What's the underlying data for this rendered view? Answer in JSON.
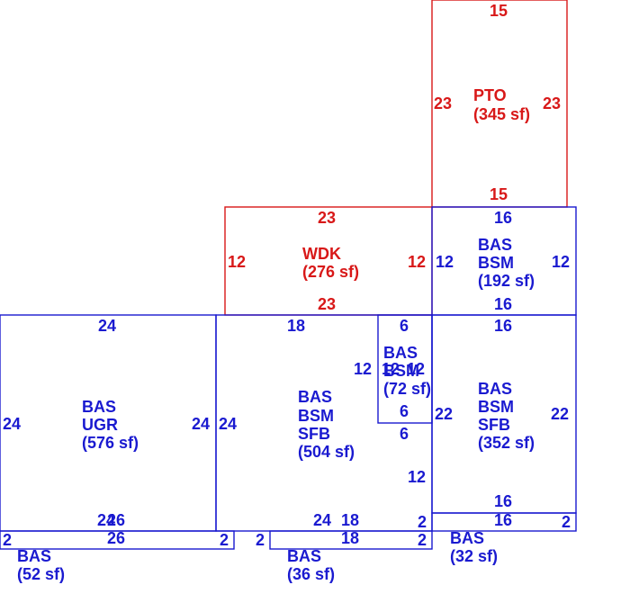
{
  "colors": {
    "living": "#1a1ad0",
    "exterior": "#d81818"
  },
  "areas": {
    "pto": {
      "code": "PTO",
      "area": "(345 sf)",
      "top": "15",
      "bottom": "15",
      "left": "23",
      "right": "23"
    },
    "wdk": {
      "code": "WDK",
      "area": "(276 sf)",
      "top": "23",
      "bottom": "23",
      "left": "12",
      "right": "12"
    },
    "bsm_top": {
      "line1": "BAS",
      "line2": "BSM",
      "area": "(192 sf)",
      "top": "16",
      "bottom": "16",
      "left": "12",
      "right": "12"
    },
    "ugr": {
      "line1": "BAS",
      "line2": "UGR",
      "area": "(576 sf)",
      "top": "24",
      "left": "24",
      "right": "24",
      "bottom_a": "24",
      "bottom_b": "26"
    },
    "center": {
      "line1": "BAS",
      "line2": "BSM",
      "line3": "SFB",
      "area": "(504 sf)",
      "top": "18",
      "left": "24",
      "right_upper": "12",
      "right_lower": "12",
      "bottom_a": "24",
      "bottom_b": "18",
      "notch_bottom": "6"
    },
    "small_bsm": {
      "line1": "BAS",
      "line2": "BSM",
      "area": "(72 sf)",
      "top": "6",
      "bottom": "6",
      "side_overlap": "12"
    },
    "right_sfb": {
      "line1": "BAS",
      "line2": "BSM",
      "line3": "SFB",
      "area": "(352 sf)",
      "top": "16",
      "bottom": "16",
      "left": "22",
      "right": "22"
    },
    "bas52": {
      "code": "BAS",
      "area": "(52 sf)",
      "top": "26",
      "left": "2",
      "right": "2"
    },
    "bas36": {
      "code": "BAS",
      "area": "(36 sf)",
      "top": "18",
      "left": "2",
      "right": "2",
      "left_top": "2"
    },
    "bas32": {
      "code": "BAS",
      "area": "(32 sf)",
      "top": "16",
      "right": "2"
    }
  }
}
